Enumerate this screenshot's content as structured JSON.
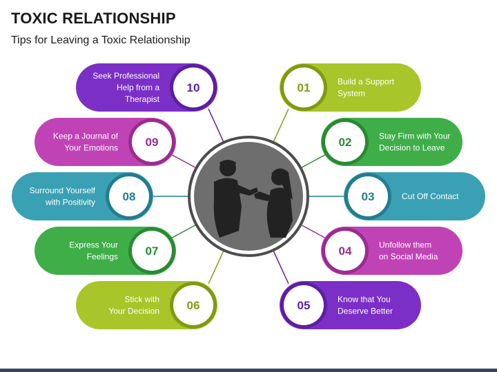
{
  "header": {
    "title": "TOXIC RELATIONSHIP",
    "subtitle": "Tips for Leaving a Toxic Relationship"
  },
  "center": {
    "icon": "arguing-couple-silhouette-icon"
  },
  "tips": [
    {
      "number": "01",
      "lines": [
        "Build a Support",
        "System"
      ],
      "side": "right",
      "color": "#a8c52a",
      "dark": "#7f9a12"
    },
    {
      "number": "02",
      "lines": [
        "Stay Firm with Your",
        "Decision to Leave"
      ],
      "side": "right",
      "color": "#3fae49",
      "dark": "#2a8a33"
    },
    {
      "number": "03",
      "lines": [
        "Cut Off Contact"
      ],
      "side": "right",
      "color": "#3aa0b4",
      "dark": "#237d8e"
    },
    {
      "number": "04",
      "lines": [
        "Unfollow them",
        "on Social Media"
      ],
      "side": "right",
      "color": "#c043b5",
      "dark": "#9a2c90"
    },
    {
      "number": "05",
      "lines": [
        "Know that You",
        "Deserve Better"
      ],
      "side": "right",
      "color": "#7b2fc7",
      "dark": "#5d1fa0"
    },
    {
      "number": "06",
      "lines": [
        "Stick with",
        "Your Decision"
      ],
      "side": "left",
      "color": "#a8c52a",
      "dark": "#7f9a12"
    },
    {
      "number": "07",
      "lines": [
        "Express Your",
        "Feelings"
      ],
      "side": "left",
      "color": "#3fae49",
      "dark": "#2a8a33"
    },
    {
      "number": "08",
      "lines": [
        "Surround Yourself",
        "with Positivity"
      ],
      "side": "left",
      "color": "#3aa0b4",
      "dark": "#237d8e"
    },
    {
      "number": "09",
      "lines": [
        "Keep a Journal of",
        "Your Emotions"
      ],
      "side": "left",
      "color": "#c043b5",
      "dark": "#9a2c90"
    },
    {
      "number": "10",
      "lines": [
        "Seek Professional",
        "Help from a",
        "Therapist"
      ],
      "side": "left",
      "color": "#7b2fc7",
      "dark": "#5d1fa0"
    }
  ]
}
